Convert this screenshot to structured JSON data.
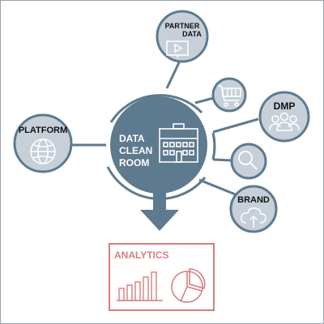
{
  "colors": {
    "hub": "#5e7a8f",
    "node_fill": "#c7d0d8",
    "line": "#5e7a8f",
    "analytics": "#d97e7e"
  },
  "hub": {
    "line1": "DATA",
    "line2": "CLEAN",
    "line3": "ROOM",
    "icon": "building-icon"
  },
  "nodes": {
    "partner": {
      "line1": "PARTNER",
      "line2": "DATA",
      "icon": "video-screen-icon"
    },
    "shopping": {
      "icon": "shopping-cart-icon"
    },
    "dmp": {
      "label": "DMP",
      "icon": "people-group-icon"
    },
    "search": {
      "icon": "magnifier-icon"
    },
    "brand": {
      "label": "BRAND",
      "icon": "cloud-upload-icon"
    },
    "platform": {
      "label": "PLATFORM",
      "icon": "globe-icon"
    }
  },
  "analytics": {
    "title": "ANALYTICS",
    "icons": [
      "bar-chart-icon",
      "pie-chart-icon"
    ]
  }
}
